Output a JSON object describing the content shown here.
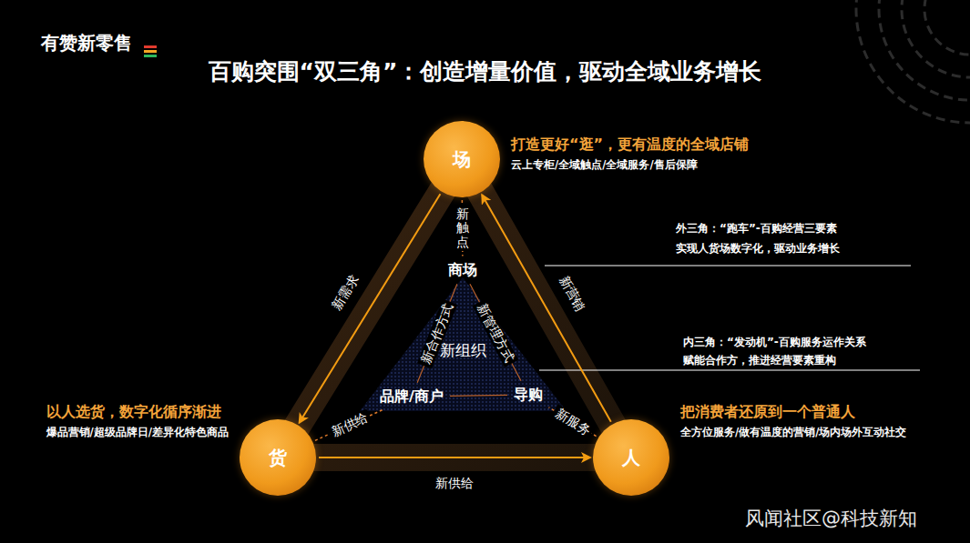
{
  "diagram": {
    "title": "百购突围“双三角”：创造增量价值，驱动全域业务增长",
    "nodes": [
      {
        "text": [
          "场",
          "打造更好“逛”，更有温度的全域店铺",
          "云上专柜/全域触点/全域服务/售后保障"
        ]
      },
      {
        "text": [
          "货",
          "以人选货，数字化循序渐进",
          "爆品营销/超级品牌日/差异化特色商品"
        ]
      },
      {
        "text": [
          "人",
          "把消费者还原到一个普通人",
          "全方位服务/做有温度的营销/场内场外互动社交"
        ]
      },
      {
        "text": [
          "商场"
        ]
      },
      {
        "text": [
          "品牌/商户"
        ]
      },
      {
        "text": [
          "导购"
        ]
      }
    ],
    "edges": [
      {
        "from": 0,
        "to": 1,
        "label": "新需求",
        "arrow": "to"
      },
      {
        "from": 1,
        "to": 2,
        "label": "新供给",
        "arrow": "to"
      },
      {
        "from": 2,
        "to": 0,
        "label": "新营销",
        "arrow": "to"
      },
      {
        "from": 0,
        "to": 3,
        "label": "新触点",
        "arrow": "none"
      },
      {
        "from": 1,
        "to": 4,
        "label": "新供给",
        "arrow": "none"
      },
      {
        "from": 2,
        "to": 5,
        "label": "新服务",
        "arrow": "none"
      },
      {
        "from": 3,
        "to": 4,
        "label": "新合作方式",
        "arrow": "none"
      },
      {
        "from": 3,
        "to": 5,
        "label": "新管理方式",
        "arrow": "none"
      },
      {
        "from": 4,
        "to": 5,
        "arrow": "none"
      }
    ],
    "labels": [
      "有赞新零售",
      "新组织",
      "外三角：“跑车”-百购经营三要素",
      "实现人货场数字化，驱动业务增长",
      "内三角：“发动机”-百购服务运作关系",
      "赋能合作方，推进经营要素重构",
      "风闻社区@科技新知"
    ]
  }
}
